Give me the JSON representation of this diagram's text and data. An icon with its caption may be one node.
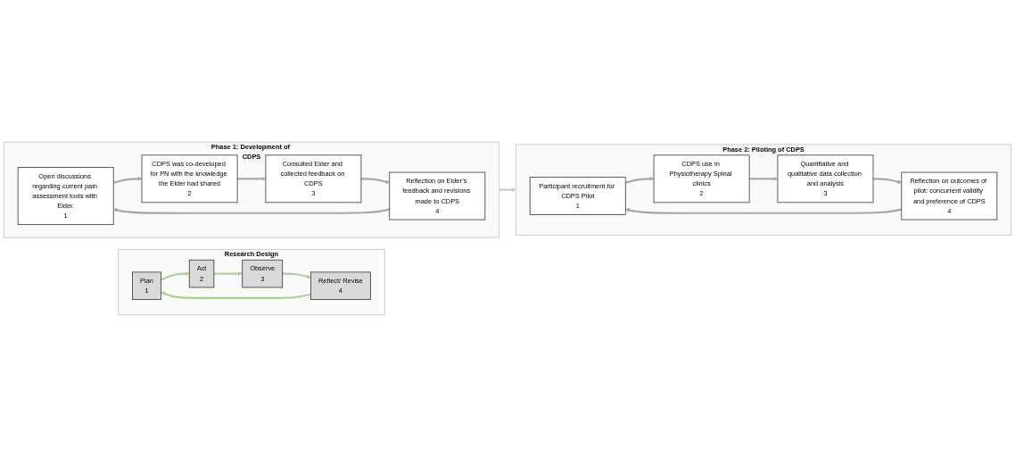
{
  "diagram": {
    "nodes": [
      {
        "text": [
          "Research Design"
        ]
      },
      {
        "text": [
          "Plan",
          "1"
        ],
        "in": 0
      },
      {
        "text": [
          "Act",
          "2"
        ],
        "in": 0
      },
      {
        "text": [
          "Observe",
          "3"
        ],
        "in": 0
      },
      {
        "text": [
          "Reflect/ Revise",
          "4"
        ],
        "in": 0
      },
      {
        "text": [
          "Phase 1: Development of CDPS"
        ]
      },
      {
        "text": [
          "Open discussions regarding current pain assessment tools with Elder.",
          "1"
        ],
        "in": 5
      },
      {
        "text": [
          "CDPS was co-developed for PN with the knowledge the Elder had shared",
          "2"
        ],
        "in": 5
      },
      {
        "text": [
          "Consulted Elder and collected feedback on CDPS",
          "3"
        ],
        "in": 5
      },
      {
        "text": [
          "Reflection on Elder’s feedback and revisions made to CDPS",
          "4"
        ],
        "in": 5
      },
      {
        "text": [
          "Phase 2: Piloting of CDPS"
        ]
      },
      {
        "text": [
          "Participant recruitment for CDPS Pilot",
          "1"
        ],
        "in": 10
      },
      {
        "text": [
          "CDPS use in Physiotherapy Spinal clinics",
          "2"
        ],
        "in": 10
      },
      {
        "text": [
          "Quantitative and qualitative data collection and analysis",
          "3"
        ],
        "in": 10
      },
      {
        "text": [
          "Reflection on outcomes of pilot: concurrent validity and preference of CDPS",
          "4"
        ],
        "in": 10
      }
    ],
    "edges": [
      {
        "from": 1,
        "to": 2,
        "arrow": "to",
        "color": "#a9d18e"
      },
      {
        "from": 2,
        "to": 3,
        "arrow": "to",
        "color": "#a9d18e"
      },
      {
        "from": 3,
        "to": 4,
        "arrow": "to",
        "color": "#a9d18e"
      },
      {
        "from": 4,
        "to": 1,
        "arrow": "to",
        "color": "#a9d18e"
      },
      {
        "from": 6,
        "to": 7,
        "arrow": "to"
      },
      {
        "from": 7,
        "to": 8,
        "arrow": "to"
      },
      {
        "from": 8,
        "to": 9,
        "arrow": "to"
      },
      {
        "from": 9,
        "to": 6,
        "arrow": "to"
      },
      {
        "from": 5,
        "to": 10,
        "arrow": "to",
        "color": "#c8c8c8"
      },
      {
        "from": 11,
        "to": 12,
        "arrow": "to"
      },
      {
        "from": 12,
        "to": 13,
        "arrow": "to"
      },
      {
        "from": 13,
        "to": 14,
        "arrow": "to"
      },
      {
        "from": 14,
        "to": 11,
        "arrow": "to"
      }
    ]
  }
}
